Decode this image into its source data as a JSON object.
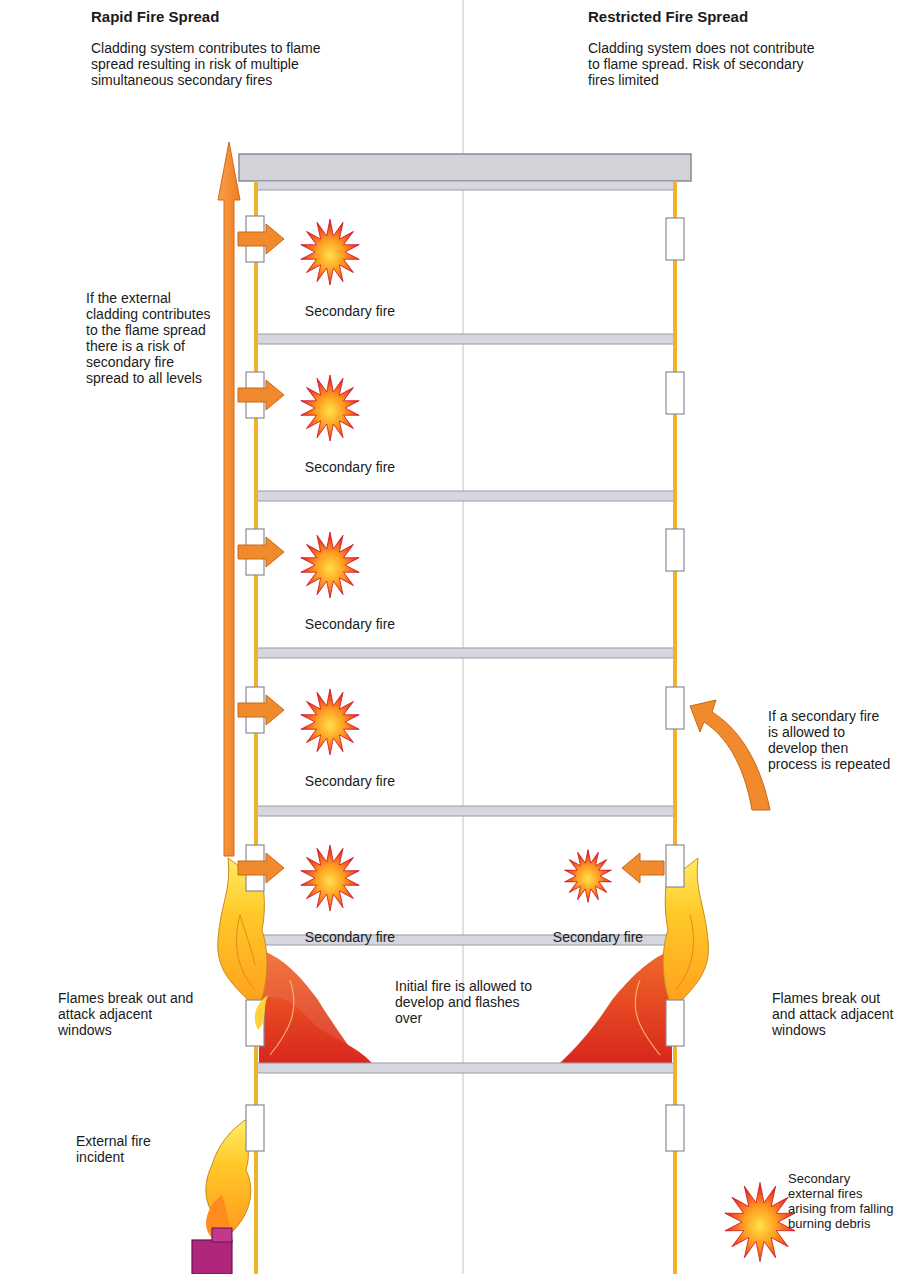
{
  "diagram": {
    "labels": [
      "Rapid Fire Spread",
      "Cladding system contributes to flame spread resulting in risk of multiple simultaneous secondary fires",
      "Restricted Fire Spread",
      "Cladding system does not contribute to flame spread. Risk of secondary fires limited",
      "If the external cladding contributes to the flame spread there is a risk of secondary fire spread to all levels",
      "Secondary fire",
      "Secondary fire",
      "Secondary fire",
      "Secondary fire",
      "Secondary fire",
      "Secondary fire",
      "If a secondary fire is allowed to develop then process is repeated",
      "Flames break out and attack adjacent windows",
      "Initial fire is allowed to develop and flashes over",
      "Flames break out and attack adjacent windows",
      "External fire incident",
      "Secondary external fires arising from falling burning debris"
    ]
  }
}
